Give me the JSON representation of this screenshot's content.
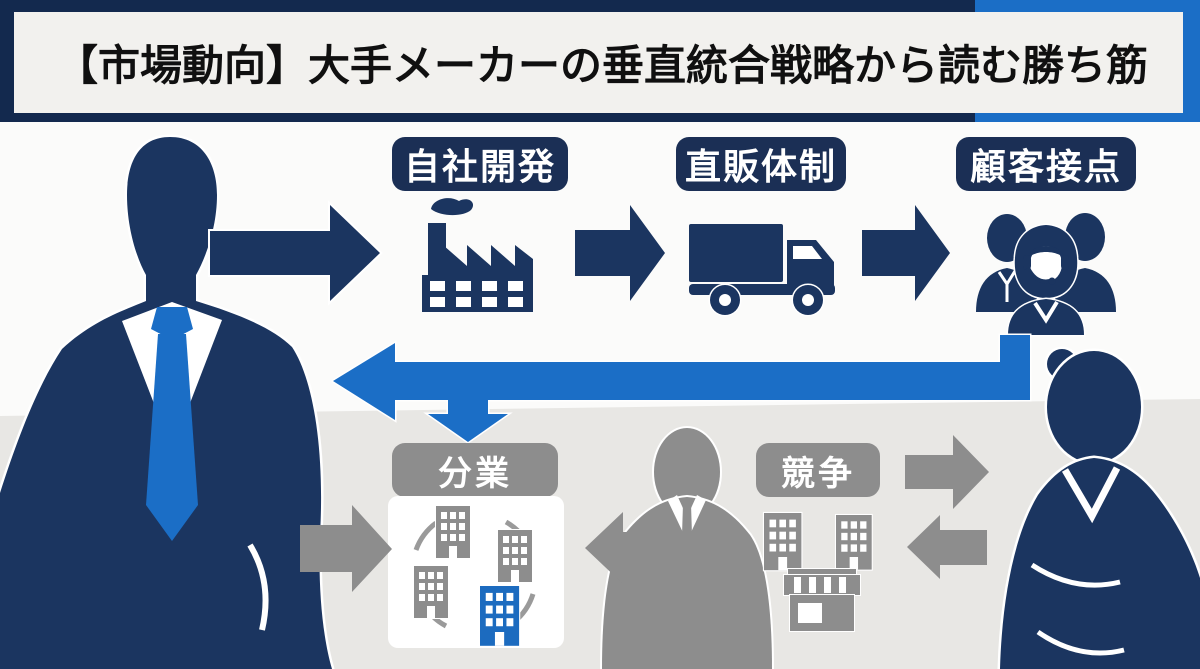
{
  "header": {
    "title": "【市場動向】大手メーカーの垂直統合戦略から読む勝ち筋"
  },
  "top_flow": {
    "description_icons": [
      "businessman-silhouette",
      "factory",
      "delivery-truck",
      "customer-support-team"
    ],
    "steps": [
      {
        "label": "自社開発",
        "icon": "factory-icon"
      },
      {
        "label": "直販体制",
        "icon": "delivery-truck-icon"
      },
      {
        "label": "顧客接点",
        "icon": "customer-support-team-icon"
      }
    ]
  },
  "bottom_flow": {
    "nodes": [
      {
        "label": "分業",
        "icon": "company-network-icon"
      },
      {
        "label": "競争",
        "icon": "competing-stores-icon"
      }
    ]
  },
  "colors": {
    "frame_navy": "#13294e",
    "icon_navy": "#1b3560",
    "accent_blue": "#1b6ec6",
    "gray": "#8d8d8d",
    "band_bg": "#f2f1ee",
    "upper_bg": "#fbfbfa",
    "lower_bg": "#e8e7e4",
    "title_text": "#101010",
    "pill_text": "#ffffff"
  }
}
